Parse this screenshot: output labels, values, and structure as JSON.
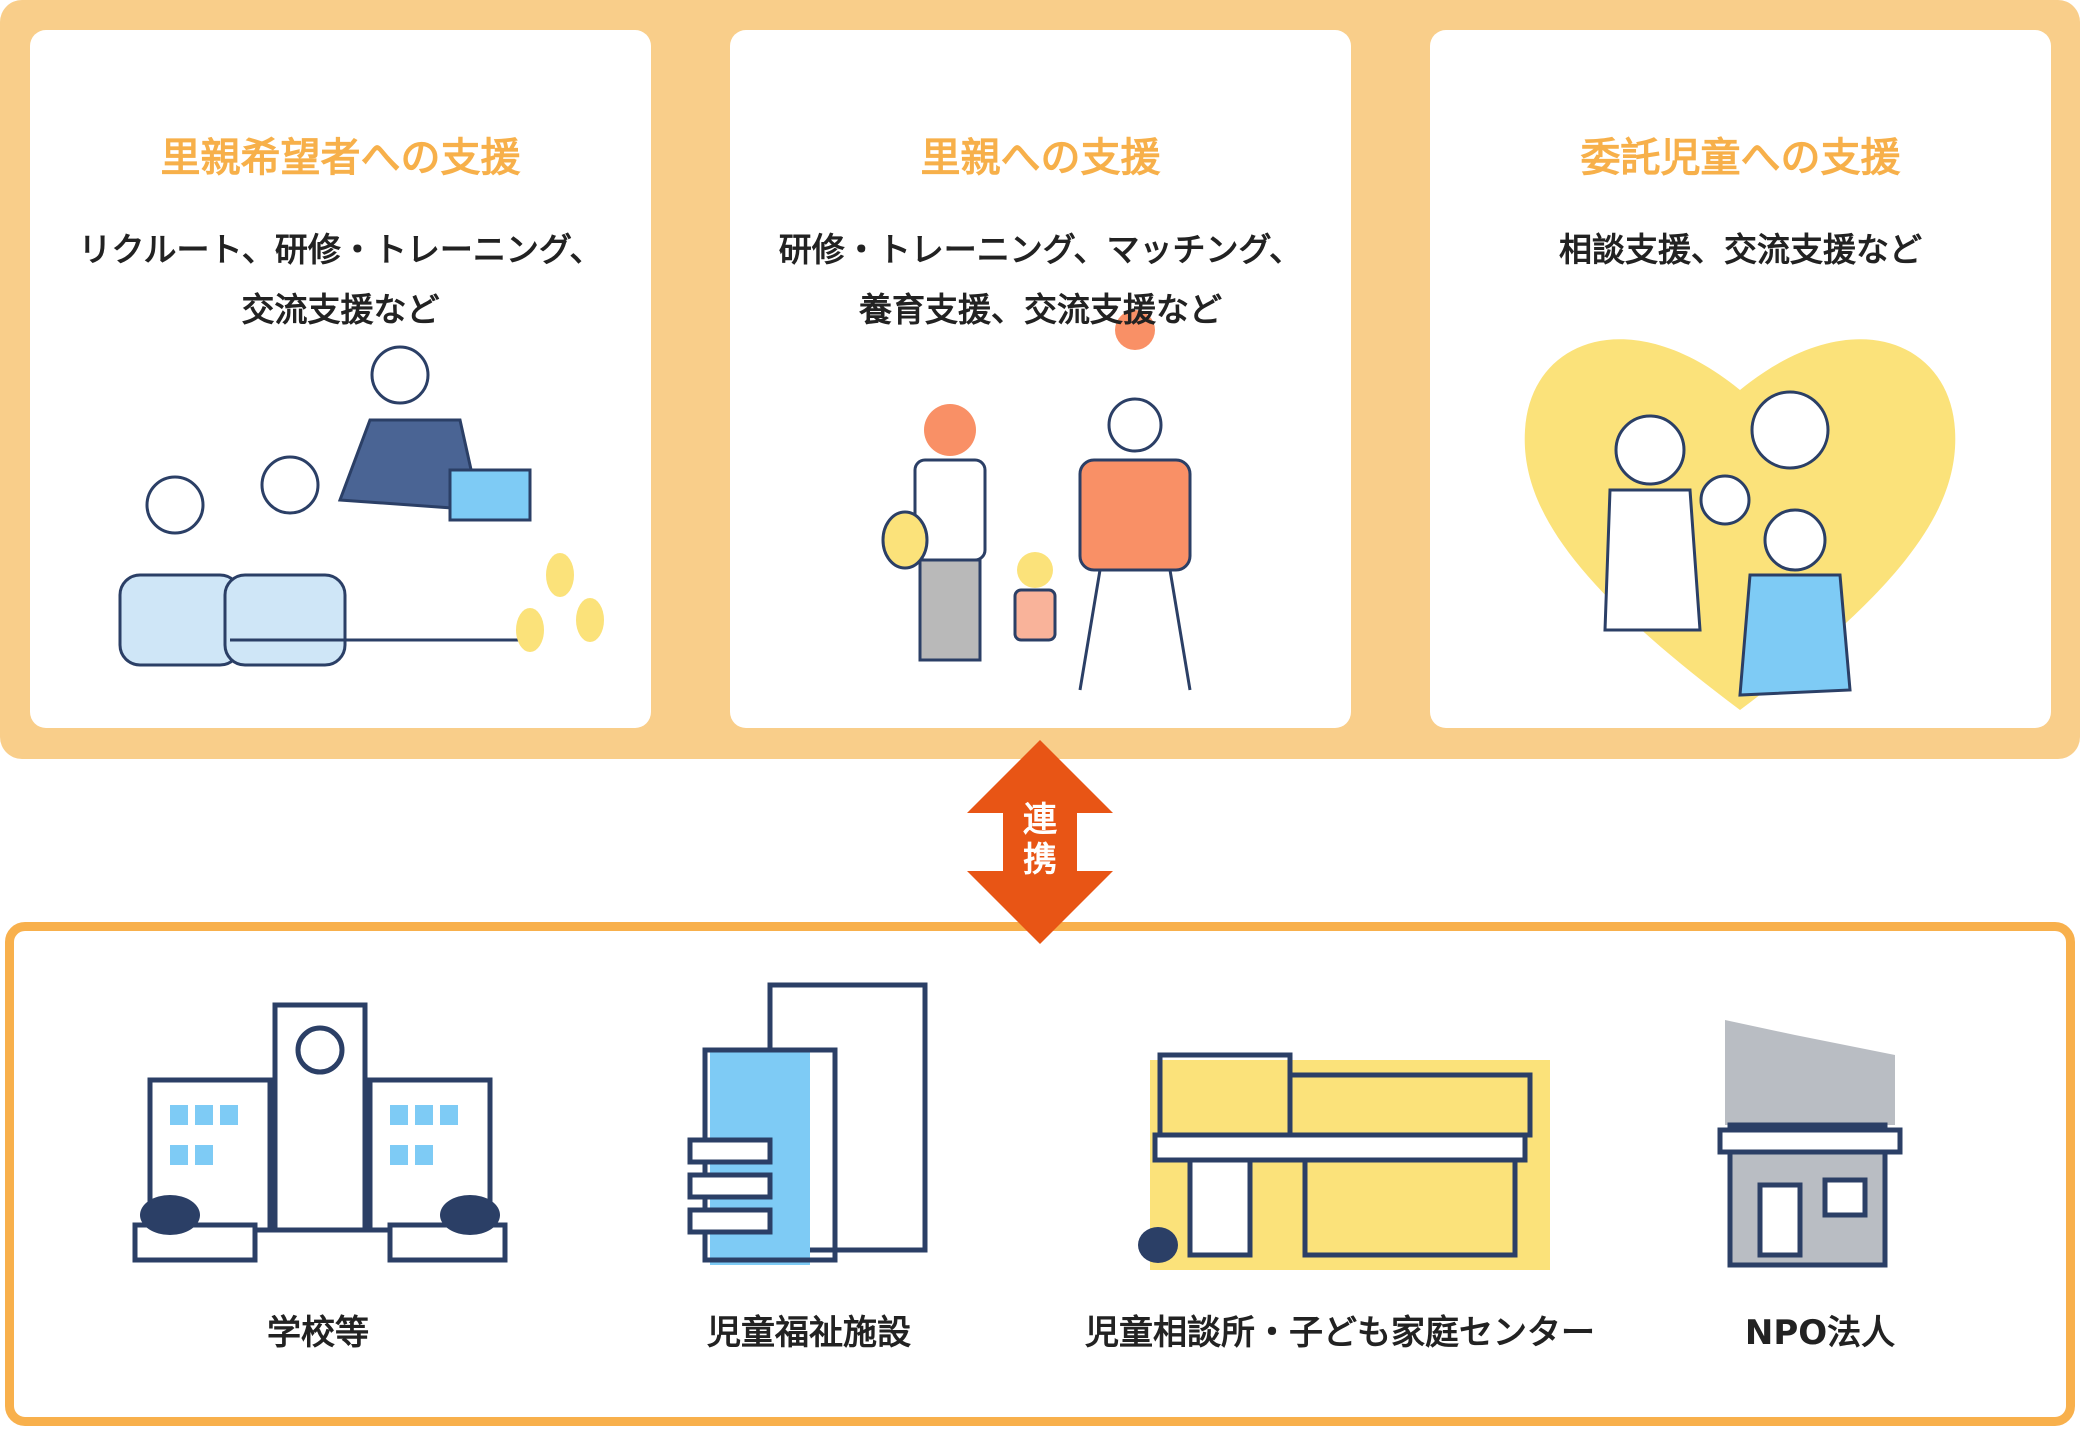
{
  "cards": [
    {
      "title": "里親希望者への支援",
      "lines": [
        "リクルート、研修・トレーニング、",
        "交流支援など"
      ]
    },
    {
      "title": "里親への支援",
      "lines": [
        "研修・トレーニング、マッチング、",
        "養育支援、交流支援など"
      ]
    },
    {
      "title": "委託児童への支援",
      "lines": [
        "相談支援、交流支援など"
      ]
    }
  ],
  "link_label": [
    "連",
    "携"
  ],
  "partners": [
    {
      "label": "学校等",
      "icon": "school-icon"
    },
    {
      "label": "児童福祉施設",
      "icon": "welfare-facility-icon"
    },
    {
      "label": "児童相談所・子ども家庭センター",
      "icon": "child-guidance-center-icon"
    },
    {
      "label": "NPO法人",
      "icon": "npo-house-icon"
    }
  ],
  "colors": {
    "panel": "#f9ce8a",
    "title": "#f7b04a",
    "arrow": "#e85515",
    "border": "#f8b04c",
    "navy": "#2b3f66",
    "blue": "#7ecbf5",
    "yellow": "#fbe27a"
  }
}
